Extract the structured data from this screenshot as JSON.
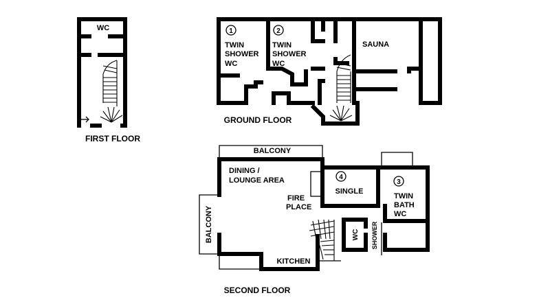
{
  "floors": {
    "first": {
      "title": "FIRST FLOOR",
      "rooms": {
        "wc": "WC"
      }
    },
    "ground": {
      "title": "GROUND FLOOR",
      "rooms": {
        "room1": {
          "number": "1",
          "lines": [
            "TWIN",
            "SHOWER",
            "WC"
          ]
        },
        "room2": {
          "number": "2",
          "lines": [
            "TWIN",
            "SHOWER",
            "WC"
          ]
        },
        "sauna": "SAUNA"
      }
    },
    "second": {
      "title": "SECOND FLOOR",
      "rooms": {
        "balcony_top": "BALCONY",
        "balcony_left": "BALCONY",
        "dining": [
          "DINING /",
          "LOUNGE AREA"
        ],
        "fireplace": [
          "FIRE",
          "PLACE"
        ],
        "room4": {
          "number": "4",
          "lines": [
            "SINGLE"
          ]
        },
        "room3": {
          "number": "3",
          "lines": [
            "TWIN",
            "BATH",
            "WC"
          ]
        },
        "wc": "WC",
        "shower": "SHOWER",
        "kitchen": "KITCHEN"
      }
    }
  },
  "icons": {
    "entrance": "arrow-right-icon"
  }
}
